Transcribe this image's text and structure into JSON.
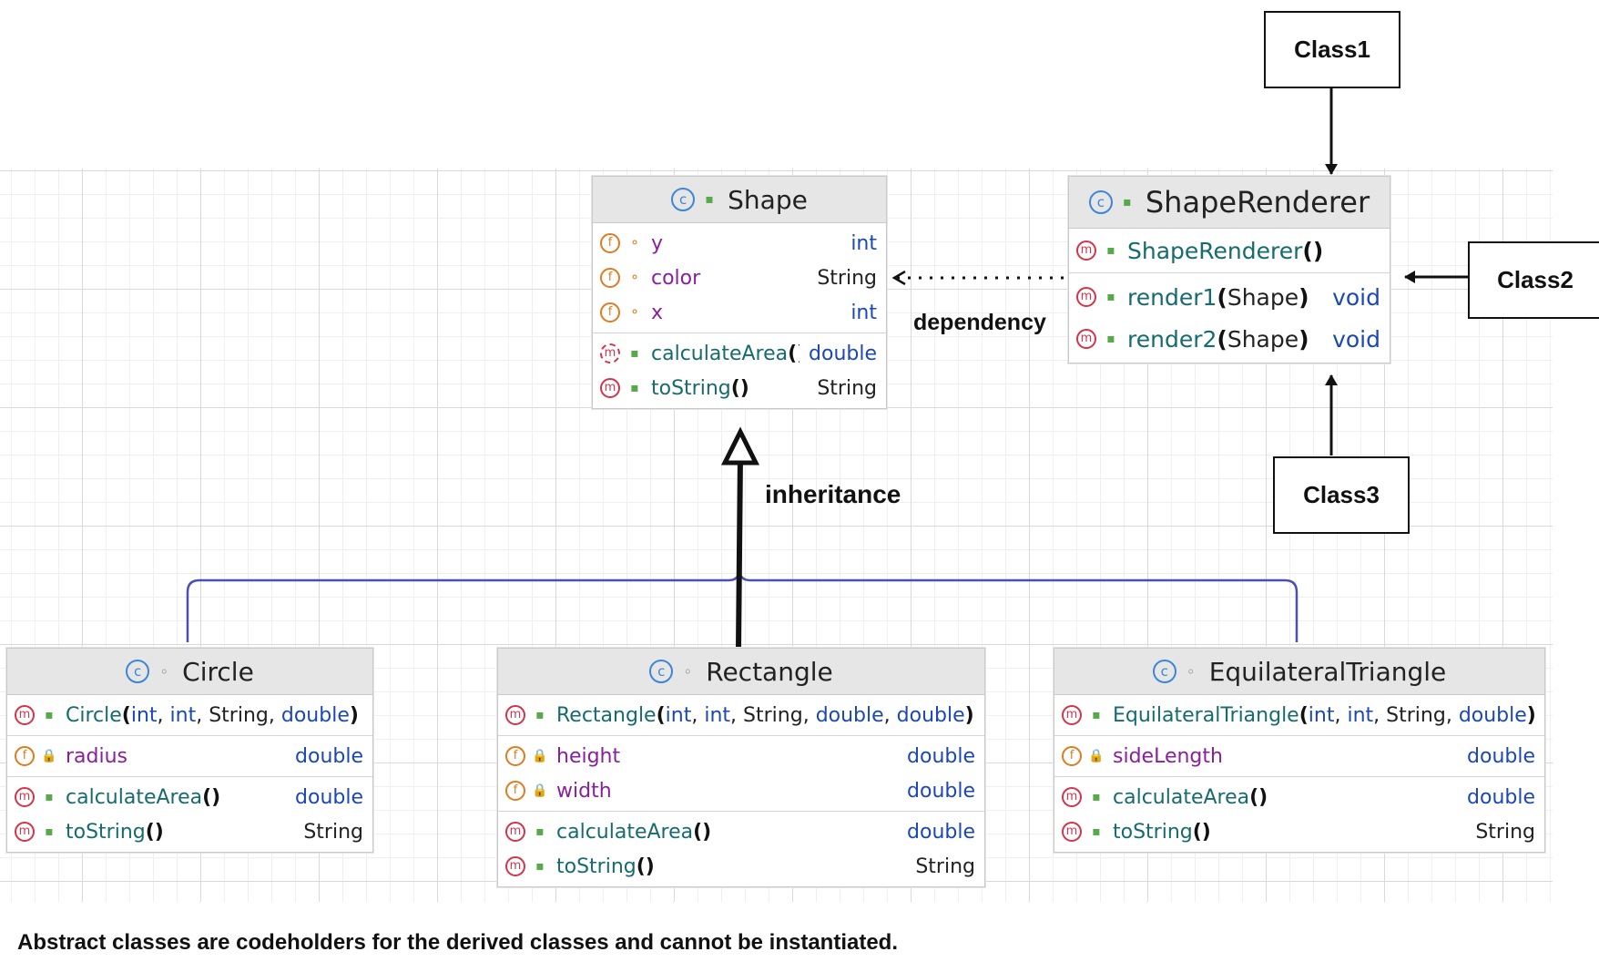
{
  "classes": {
    "shape": {
      "name": "Shape",
      "icon": "class-icon",
      "visibility": "public-icon",
      "fields": [
        {
          "name": "y",
          "type": "int"
        },
        {
          "name": "color",
          "type": "String"
        },
        {
          "name": "x",
          "type": "int"
        }
      ],
      "methods": [
        {
          "name": "calculateArea",
          "params": "()",
          "type": "double"
        },
        {
          "name": "toString",
          "params": "()",
          "type": "String"
        }
      ]
    },
    "renderer": {
      "name": "ShapeRenderer",
      "constructor": {
        "name": "ShapeRenderer",
        "params": "()"
      },
      "methods": [
        {
          "name": "render1",
          "param": "Shape",
          "type": "void"
        },
        {
          "name": "render2",
          "param": "Shape",
          "type": "void"
        }
      ]
    },
    "circle": {
      "name": "Circle",
      "constructor": {
        "name": "Circle",
        "params": [
          "int",
          "int",
          "String",
          "double"
        ]
      },
      "fields": [
        {
          "name": "radius",
          "type": "double"
        }
      ],
      "methods": [
        {
          "name": "calculateArea",
          "params": "()",
          "type": "double"
        },
        {
          "name": "toString",
          "params": "()",
          "type": "String"
        }
      ]
    },
    "rectangle": {
      "name": "Rectangle",
      "constructor": {
        "name": "Rectangle",
        "params": [
          "int",
          "int",
          "String",
          "double",
          "double"
        ]
      },
      "fields": [
        {
          "name": "height",
          "type": "double"
        },
        {
          "name": "width",
          "type": "double"
        }
      ],
      "methods": [
        {
          "name": "calculateArea",
          "params": "()",
          "type": "double"
        },
        {
          "name": "toString",
          "params": "()",
          "type": "String"
        }
      ]
    },
    "triangle": {
      "name": "EquilateralTriangle",
      "constructor": {
        "name": "EquilateralTriangle",
        "params": [
          "int",
          "int",
          "String",
          "double"
        ]
      },
      "fields": [
        {
          "name": "sideLength",
          "type": "double"
        }
      ],
      "methods": [
        {
          "name": "calculateArea",
          "params": "()",
          "type": "double"
        },
        {
          "name": "toString",
          "params": "()",
          "type": "String"
        }
      ]
    }
  },
  "callouts": {
    "class1": "Class1",
    "class2": "Class2",
    "class3": "Class3"
  },
  "labels": {
    "dependency": "dependency",
    "inheritance": "inheritance"
  },
  "footnote": "Abstract classes are codeholders for the derived classes and cannot be instantiated.",
  "colors": {
    "primitive_type": "#1b47b8",
    "field_name": "#8a1f9e",
    "method_name": "#166b6e",
    "inheritance_line": "#4b4fb5",
    "header_bg": "#e6e6e6"
  }
}
